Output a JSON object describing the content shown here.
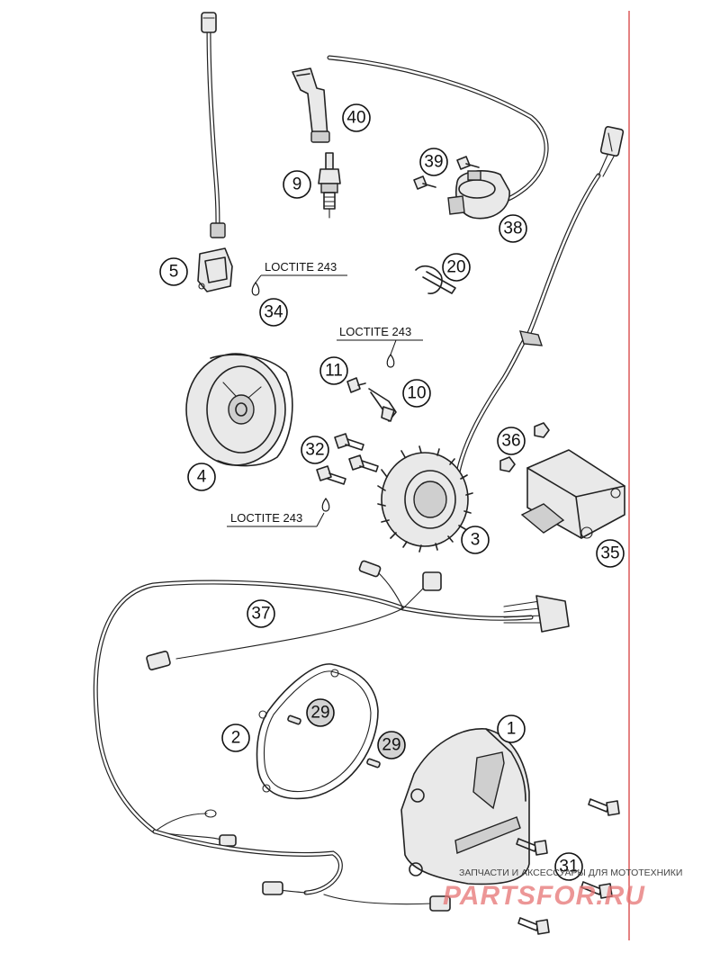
{
  "callouts": {
    "c40": "40",
    "c9": "9",
    "c39": "39",
    "c38": "38",
    "c5": "5",
    "c34": "34",
    "c20": "20",
    "c11": "11",
    "c10": "10",
    "c4": "4",
    "c32": "32",
    "c3": "3",
    "c36": "36",
    "c35": "35",
    "c37": "37",
    "c2": "2",
    "c29a": "29",
    "c29b": "29",
    "c1": "1",
    "c31": "31"
  },
  "notes": {
    "loctite_a": "LOCTITE 243",
    "loctite_b": "LOCTITE 243",
    "loctite_c": "LOCTITE 243"
  },
  "watermark": {
    "tagline": "ЗАПЧАСТИ И АКСЕССУАРЫ ДЛЯ МОТОТЕХНИКИ",
    "brand": "PARTSFOR.RU"
  },
  "colors": {
    "frame_line": "#d32f2f",
    "watermark": "#e57373"
  }
}
